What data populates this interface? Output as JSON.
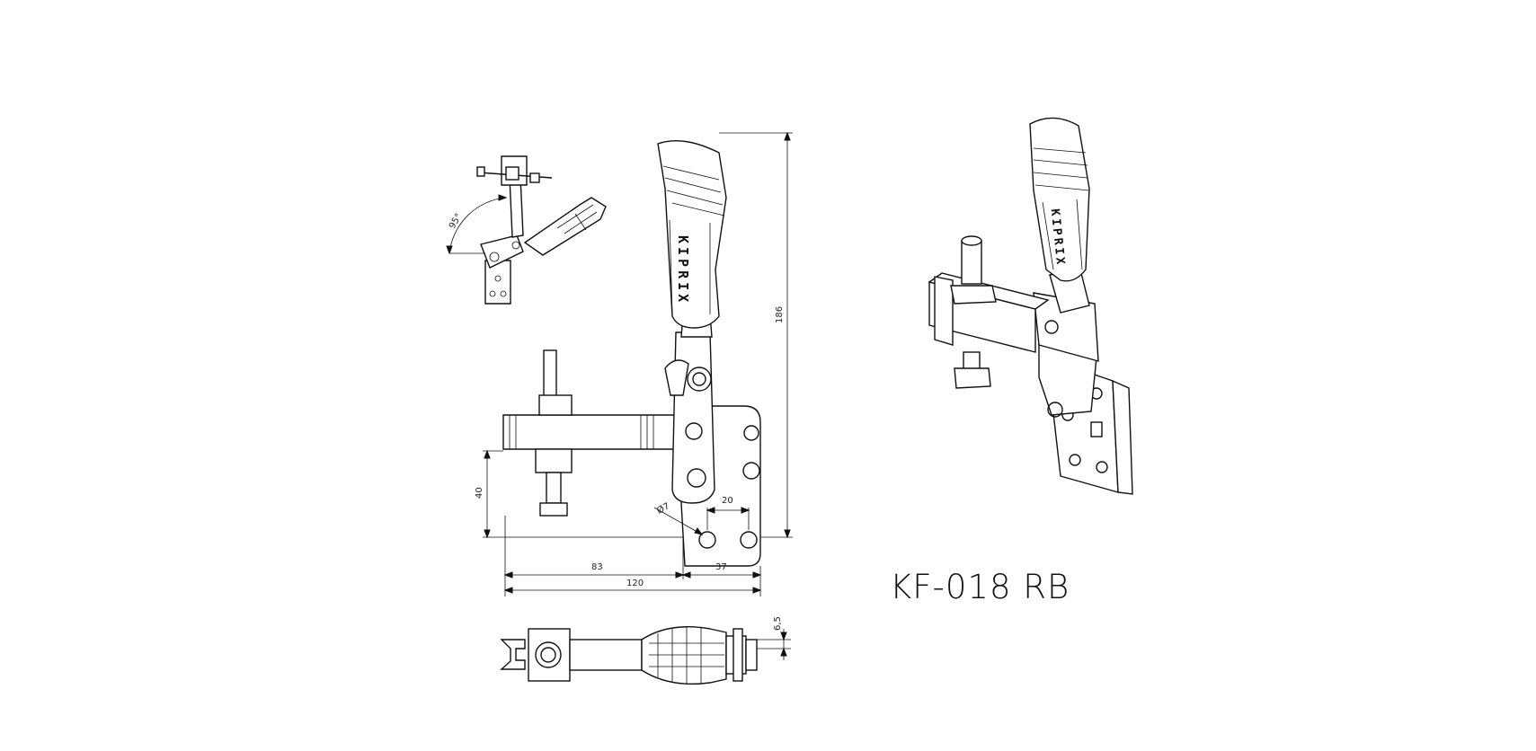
{
  "product": {
    "model": "KF-018 RB",
    "brand_mark": "KIPRIX"
  },
  "dimensions": {
    "total_height": "186",
    "base_height": "40",
    "reach": "83",
    "offset": "37",
    "total_length": "120",
    "hole_spacing": "20",
    "hole_diameter": "Ø7",
    "plate_thickness": "6,5",
    "opening_angle": "95°"
  },
  "views": [
    "open-position-view",
    "side-view",
    "top-view",
    "isometric-view"
  ]
}
